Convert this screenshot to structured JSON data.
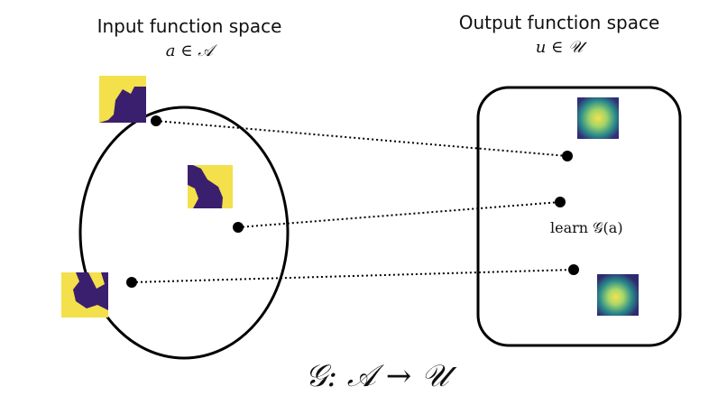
{
  "titles": {
    "input_title": "Input function space",
    "input_math": "a ∈ 𝒜",
    "output_title": "Output function space",
    "output_math": "u ∈ 𝒰"
  },
  "labels": {
    "learn_label": "learn 𝒢(a)",
    "equation": "𝒢: 𝒜 → 𝒰"
  },
  "colors": {
    "stroke": "#000000",
    "viridis_dark": "#3b1f6f",
    "viridis_mid": "#2a8c8c",
    "viridis_light": "#f3e04b"
  },
  "icons": {
    "input_thumbnails": [
      "binary-field-thumbnail",
      "binary-field-thumbnail",
      "binary-field-thumbnail"
    ],
    "output_thumbnails": [
      "smooth-field-thumbnail",
      "smooth-field-thumbnail"
    ]
  }
}
